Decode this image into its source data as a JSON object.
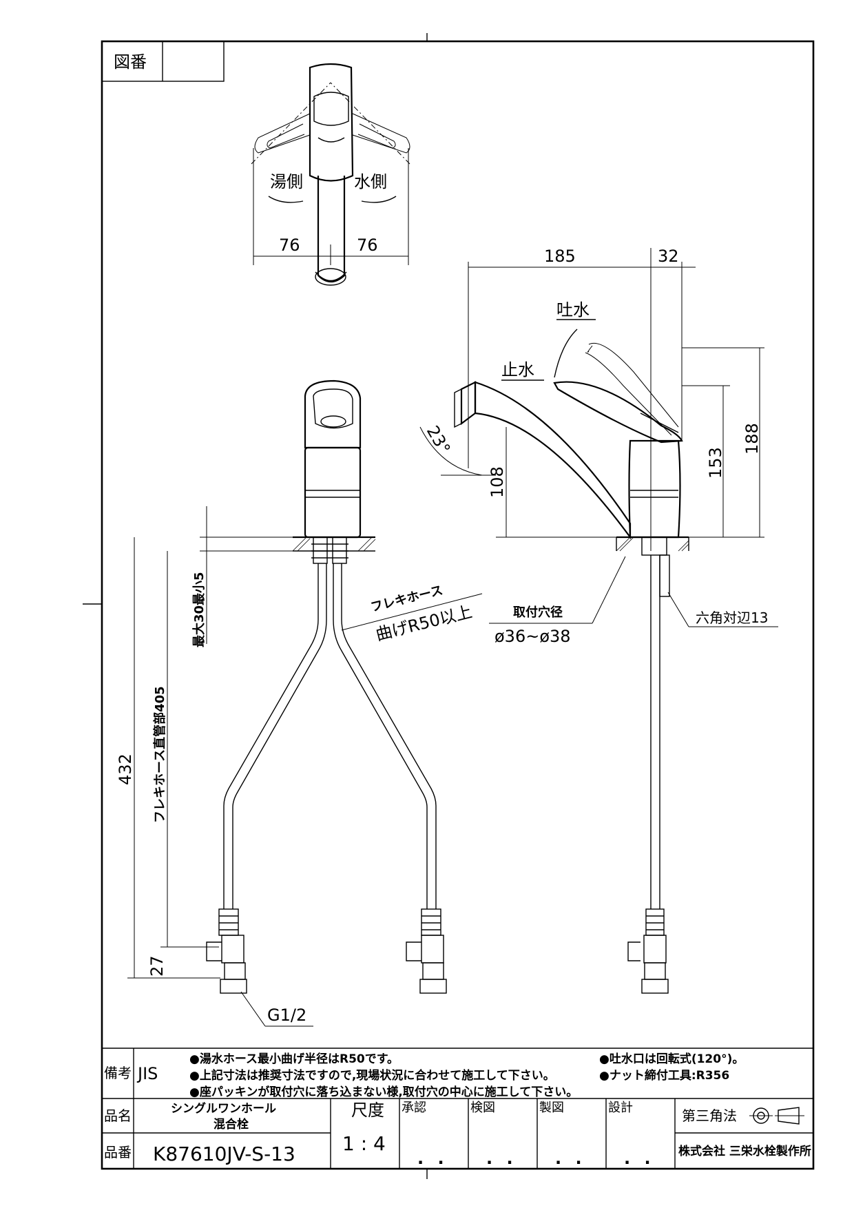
{
  "header": {
    "drawing_no_label": "図番",
    "drawing_no_value": ""
  },
  "top_view": {
    "hot_label": "湯側",
    "cold_label": "水側",
    "dim_left": "76",
    "dim_right": "76"
  },
  "side_view": {
    "dim_185": "185",
    "dim_32": "32",
    "discharge_label": "吐水",
    "stop_label": "止水",
    "angle_label": "23°",
    "dim_108": "108",
    "dim_153": "153",
    "dim_188": "188",
    "mount_hole_label": "取付穴径",
    "mount_hole_value": "ø36~ø38",
    "hex_label": "六角対辺13"
  },
  "front_view": {
    "flex_hose_label": "フレキホース",
    "flex_bend_label": "曲げR50以上",
    "dim_max30_min5": "最大30最小5",
    "dim_432": "432",
    "dim_hose_straight": "フレキホース直管部405",
    "dim_27": "27",
    "thread_label": "G1/2"
  },
  "notes": {
    "label": "備考",
    "standard": "JIS",
    "lines_left": [
      "●湯水ホース最小曲げ半径はR50です。",
      "●上記寸法は推奨寸法ですので,現場状況に合わせて施工して下さい。",
      "●座パッキンが取付穴に落ち込まない様,取付穴の中心に施工して下さい。"
    ],
    "lines_right": [
      "●吐水口は回転式(120°)。",
      "●ナット締付工具:R356"
    ]
  },
  "title_block": {
    "product_name_label": "品名",
    "product_name_line1": "シングルワンホール",
    "product_name_line2": "混合栓",
    "product_no_label": "品番",
    "product_no": "K87610JV-S-13",
    "scale_label": "尺度",
    "scale_value": "1 : 4",
    "approval_label": "承認",
    "check_label": "検図",
    "drawing_label": "製図",
    "design_label": "設計",
    "date_placeholder": ". .",
    "projection_label": "第三角法",
    "company": "株式会社 三栄水栓製作所"
  }
}
